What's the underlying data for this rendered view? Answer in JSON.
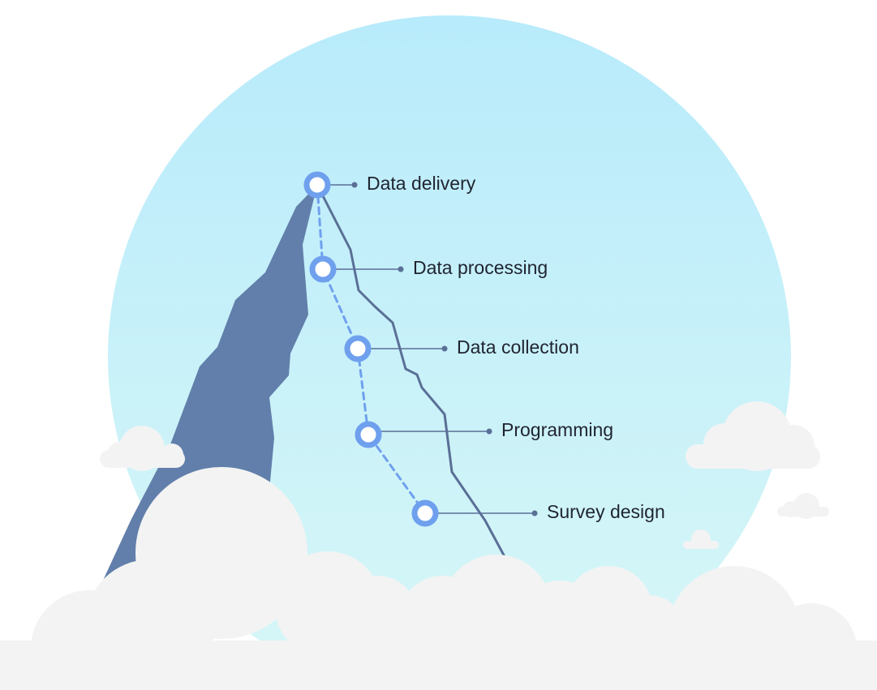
{
  "colors": {
    "sky_top": "#b8ebfb",
    "sky_bottom": "#d8f7f7",
    "mountain": "#627fab",
    "cloud": "#f3f3f3",
    "node_ring": "#6fa0ee",
    "node_center": "#ffffff",
    "connector": "#5a6f96",
    "dashed_path": "#6fa0ee",
    "text": "#1f2430"
  },
  "steps": [
    {
      "label": "Data delivery",
      "icon": "step-node-icon"
    },
    {
      "label": "Data processing",
      "icon": "step-node-icon"
    },
    {
      "label": "Data collection",
      "icon": "step-node-icon"
    },
    {
      "label": "Programming",
      "icon": "step-node-icon"
    },
    {
      "label": "Survey design",
      "icon": "step-node-icon"
    }
  ]
}
